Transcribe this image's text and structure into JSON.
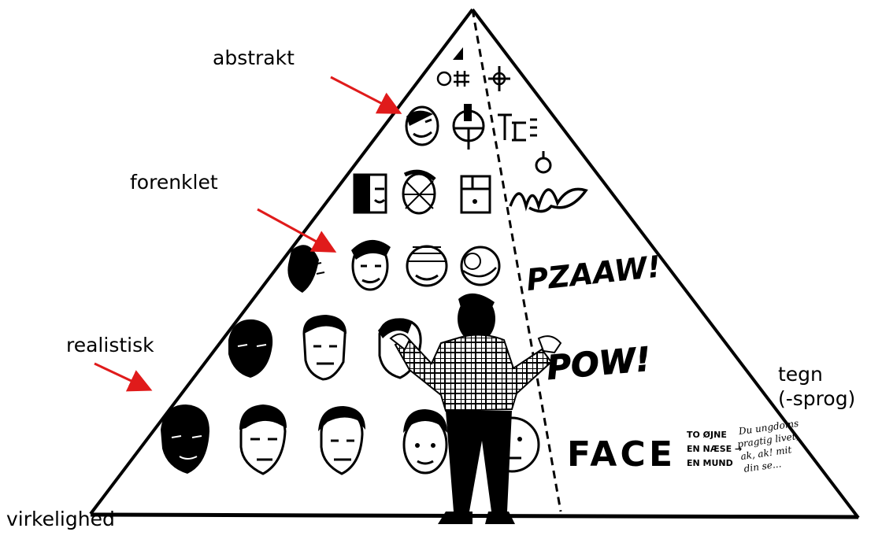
{
  "labels": {
    "abstract": "abstrakt",
    "simplified": "forenklet",
    "realistic": "realistisk",
    "signs_line1": "tegn",
    "signs_line2": "(-sprog)",
    "reality": "virkelighed"
  },
  "pyramid_text": {
    "face_word": "FACE",
    "description_lines": [
      "TO ØJNE",
      "EN NÆSE →",
      "EN MUND"
    ],
    "script_lines": [
      "Du ungdoms",
      "pragtig livet,",
      "ak, ak! mit",
      "din se..."
    ],
    "sound_effects": [
      "PZAAW!",
      "POW!"
    ],
    "scribble_word": "face"
  },
  "colors": {
    "arrow": "#e01b1b",
    "ink": "#000000",
    "background": "#ffffff"
  }
}
